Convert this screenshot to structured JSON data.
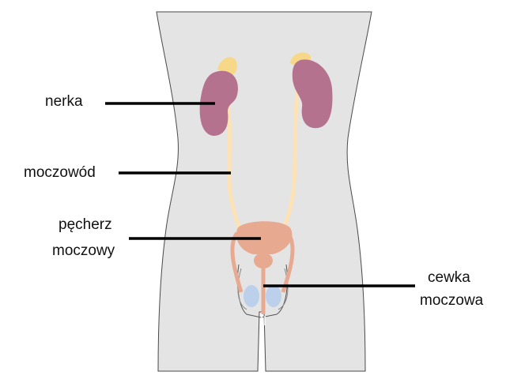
{
  "labels": {
    "kidney": "nerka",
    "ureter": "moczowód",
    "bladder_line1": "pęcherz",
    "bladder_line2": "moczowy",
    "urethra_line1": "cewka",
    "urethra_line2": "moczowa"
  },
  "colors": {
    "body": "#e4e4e4",
    "outline": "#4a4a4a",
    "kidney": "#b5728f",
    "adrenal": "#f7d889",
    "ureter": "#fde2b5",
    "bladder": "#e8a991",
    "testis": "#bcd0ec",
    "leader": "#000000"
  }
}
